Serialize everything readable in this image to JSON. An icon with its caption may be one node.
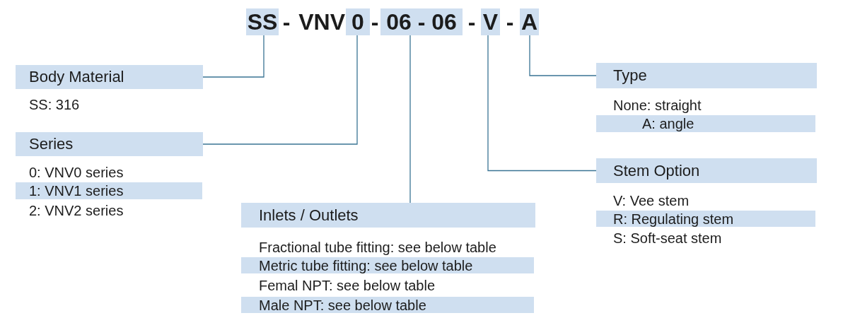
{
  "diagram": {
    "nodes": [
      {
        "text": [
          "SS"
        ]
      },
      {
        "text": [
          "0"
        ]
      },
      {
        "text": [
          "06 - 06"
        ]
      },
      {
        "text": [
          "V"
        ]
      },
      {
        "text": [
          "A"
        ]
      },
      {
        "text": [
          "Body Material"
        ]
      },
      {
        "text": [
          "Series"
        ]
      },
      {
        "text": [
          "1: VNV1 series"
        ]
      },
      {
        "text": [
          "Inlets / Outlets"
        ]
      },
      {
        "text": [
          "Metric tube fitting: see below table"
        ]
      },
      {
        "text": [
          "Male NPT: see below table"
        ]
      },
      {
        "text": [
          "Type"
        ]
      },
      {
        "text": [
          "A: angle"
        ]
      },
      {
        "text": [
          "Stem Option"
        ]
      },
      {
        "text": [
          "R: Regulating stem"
        ]
      }
    ],
    "edges": [
      {
        "from": 0,
        "to": 5,
        "arrow": "none"
      },
      {
        "from": 1,
        "to": 6,
        "arrow": "none"
      },
      {
        "from": 2,
        "to": 8,
        "arrow": "none"
      },
      {
        "from": 3,
        "to": 13,
        "arrow": "none"
      },
      {
        "from": 4,
        "to": 11,
        "arrow": "none"
      }
    ],
    "labels": [
      "-",
      "VNV",
      "-",
      "-",
      "-",
      "SS: 316",
      "0: VNV0 series",
      "2: VNV2 series",
      "Fractional tube fitting: see below table",
      "Femal NPT: see below table",
      "None: straight",
      "V: Vee stem",
      "S: Soft-seat stem"
    ]
  }
}
